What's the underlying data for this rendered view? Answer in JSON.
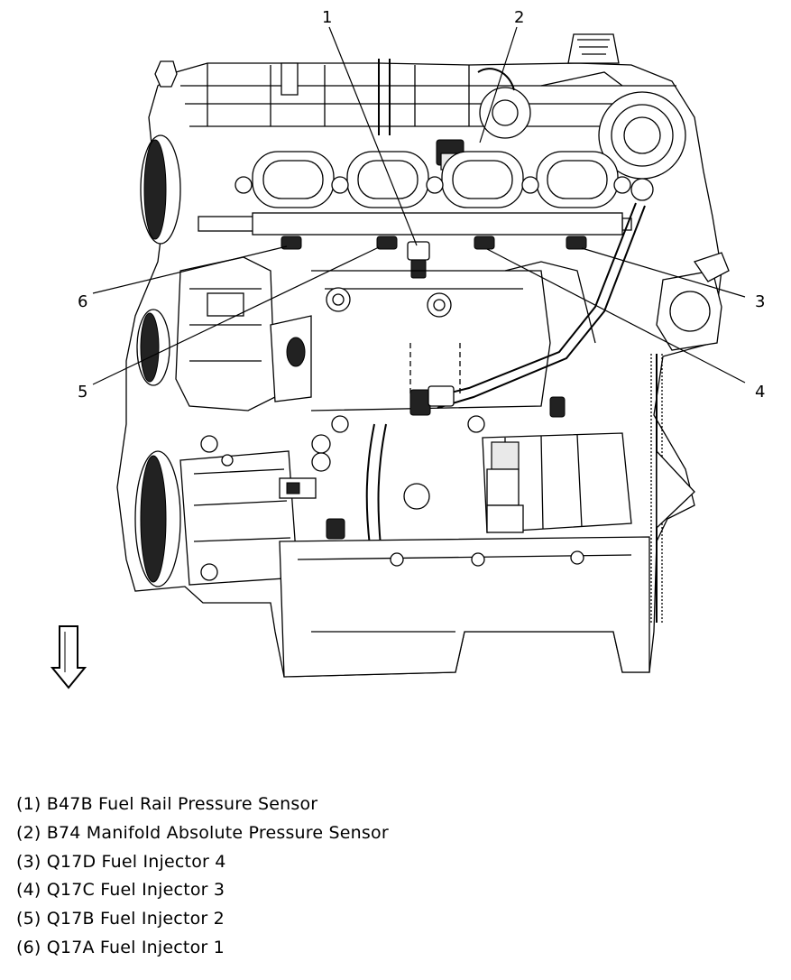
{
  "callouts": [
    {
      "number": "1",
      "target": "B47B Fuel Rail Pressure Sensor"
    },
    {
      "number": "2",
      "target": "B74 Manifold Absolute Pressure Sensor"
    },
    {
      "number": "3",
      "target": "Q17D Fuel Injector 4"
    },
    {
      "number": "4",
      "target": "Q17C Fuel Injector 3"
    },
    {
      "number": "5",
      "target": "Q17B Fuel Injector 2"
    },
    {
      "number": "6",
      "target": "Q17A Fuel Injector 1"
    }
  ],
  "legend": [
    "(1) B47B Fuel Rail Pressure Sensor",
    "(2) B74 Manifold Absolute Pressure Sensor",
    "(3) Q17D Fuel Injector 4",
    "(4) Q17C Fuel Injector 3",
    "(5) Q17B Fuel Injector 2",
    "(6) Q17A Fuel Injector 1"
  ],
  "icons": {
    "front_arrow": "down-arrow-icon"
  }
}
